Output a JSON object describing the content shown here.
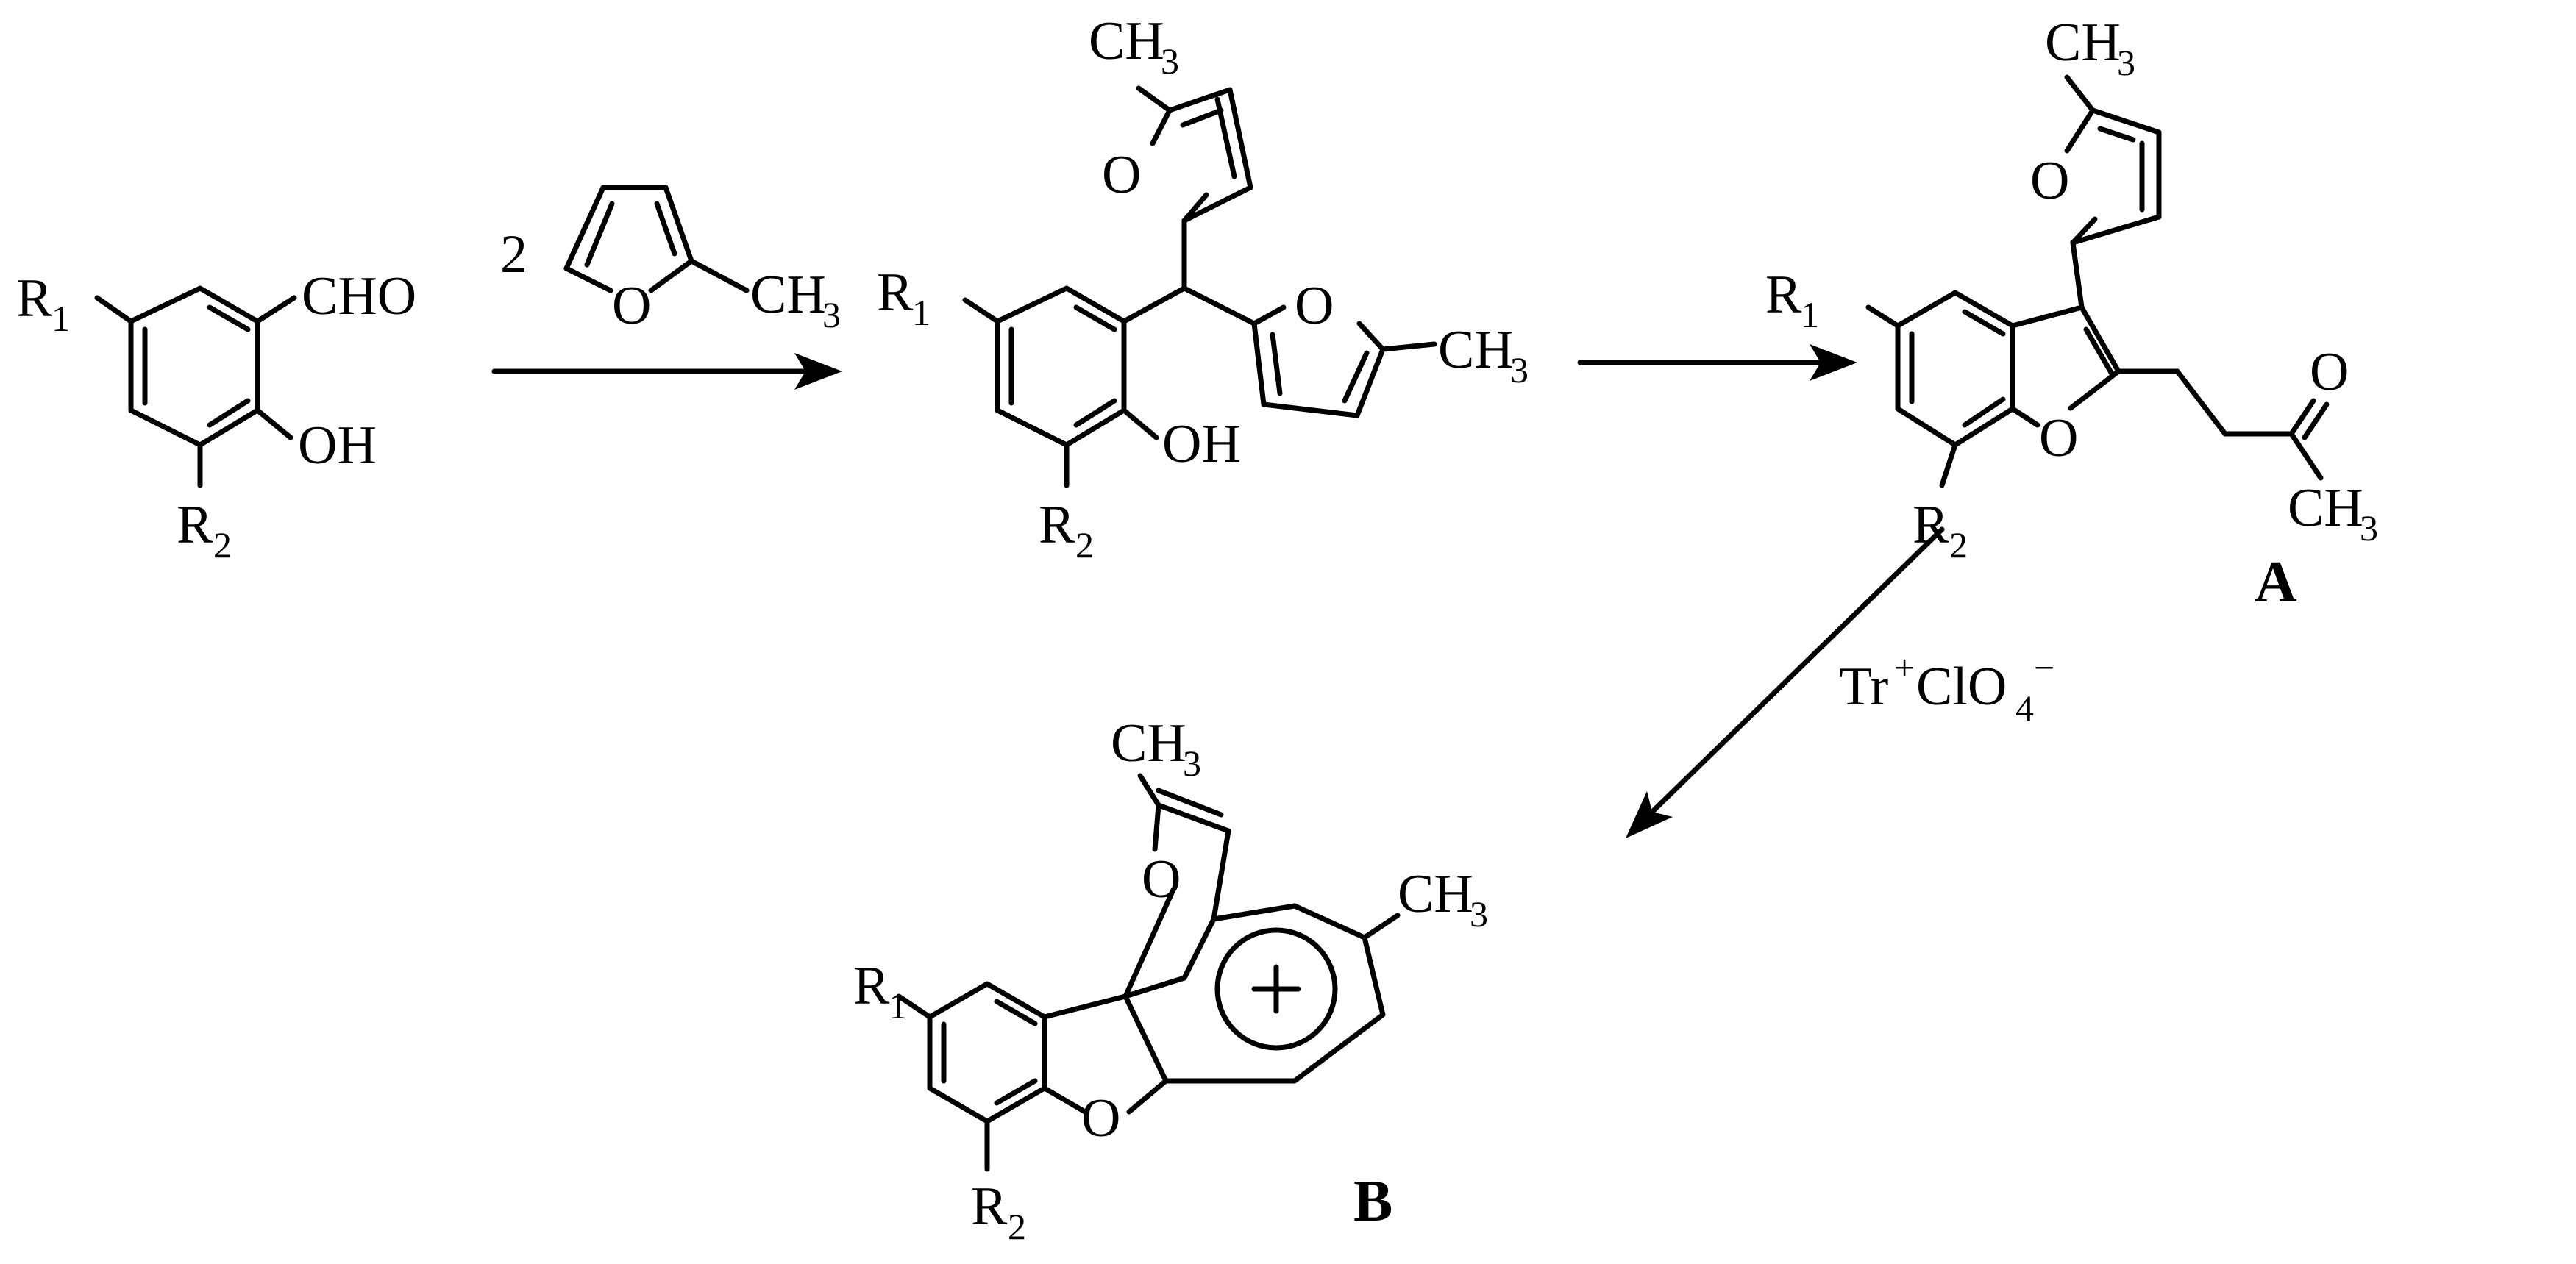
{
  "labels": {
    "cho": "CHO",
    "oh": "OH",
    "o": "O",
    "c_h": "CH",
    "three": "3",
    "r": "R",
    "one": "1",
    "two": "2",
    "equiv": "2",
    "plus": "+",
    "compound_a": "A",
    "compound_b": "B"
  },
  "reagent": {
    "tr": "Tr",
    "plus": "+",
    "clo": "ClO",
    "four": "4",
    "minus": "−"
  }
}
